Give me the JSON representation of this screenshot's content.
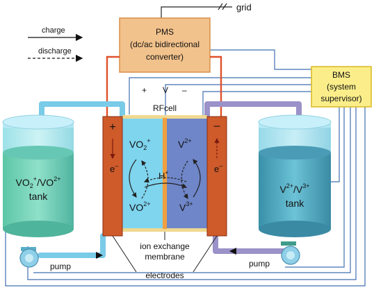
{
  "legend": {
    "charge": "charge",
    "discharge": "discharge"
  },
  "grid": "grid",
  "pms": {
    "line1": "PMS",
    "line2": "(dc/ac bidirectional",
    "line3": "converter)"
  },
  "bms": {
    "line1": "BMS",
    "line2": "(system",
    "line3": "supervisor)"
  },
  "polarity": {
    "plus": "+",
    "v": "V",
    "minus": "–"
  },
  "rfcell": "RFcell",
  "electrode_signs": {
    "positive": "+",
    "negative": "–",
    "electron": "e",
    "electron_sup": "–"
  },
  "left_half": {
    "top_species": "VO",
    "top_sub": "2",
    "top_sup": "+",
    "bottom_species": "VO",
    "bottom_sup": "2+"
  },
  "right_half": {
    "top_species": "V",
    "top_sup": "2+",
    "bottom_species": "V",
    "bottom_sup": "3+"
  },
  "proton": {
    "species": "H",
    "sup": "+"
  },
  "left_tank": {
    "line1_a": "VO",
    "line1_a_sub": "2",
    "line1_a_sup": "+",
    "line1_sep": "/VO",
    "line1_b_sup": "2+",
    "line2": "tank"
  },
  "right_tank": {
    "line1_a": "V",
    "line1_a_sup": "2+",
    "line1_sep": "/V",
    "line1_b_sup": "3+",
    "line2": "tank"
  },
  "labels": {
    "pump_left": "pump",
    "pump_right": "pump",
    "membrane_line1": "ion exchange",
    "membrane_line2": "membrane",
    "electrodes": "electrodes"
  },
  "colors": {
    "pms_fill": "#f2c28c",
    "pms_stroke": "#d9904a",
    "bms_fill": "#fbee8a",
    "bms_stroke": "#d8b820",
    "electrode": "#cf5a2a",
    "membrane": "#f0a040",
    "left_electrolyte": "#7fd4ee",
    "right_electrolyte": "#6f86c8",
    "pipe_left": "#79cbe8",
    "pipe_right": "#9a92c8",
    "wire_red": "#e0502a",
    "wire_blue": "#3f6fb0"
  }
}
